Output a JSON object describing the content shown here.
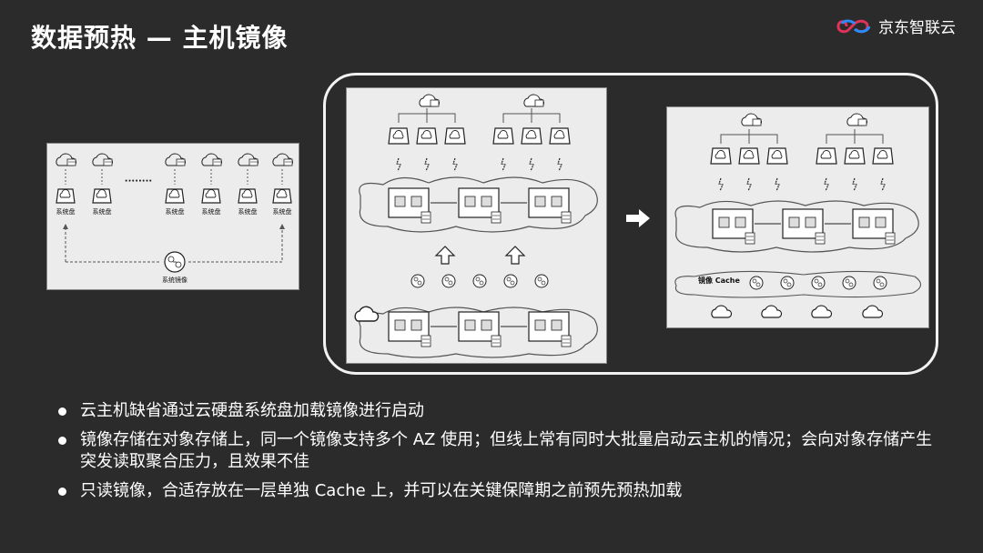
{
  "slide": {
    "title": "数据预热 — 主机镜像",
    "brand": "京东智联云"
  },
  "left_diagram": {
    "disk_label": "系统盘",
    "ellipsis": "········",
    "image_label": "系统镜像"
  },
  "right_diagram": {
    "cache_label": "镜像 Cache"
  },
  "bullets": [
    "云主机缺省通过云硬盘系统盘加载镜像进行启动",
    "镜像存储在对象存储上，同一个镜像支持多个 AZ 使用；但线上常有同时大批量启动云主机的情况；会向对象存储产生突发读取聚合压力，且效果不佳",
    "只读镜像，合适存放在一层单独 Cache 上，并可以在关键保障期之前预先预热加载"
  ],
  "colors": {
    "background": "#2b2b2b",
    "panel": "#ececec",
    "text": "#ffffff",
    "brand_left": "#e0325a",
    "brand_right": "#2a8cff"
  }
}
